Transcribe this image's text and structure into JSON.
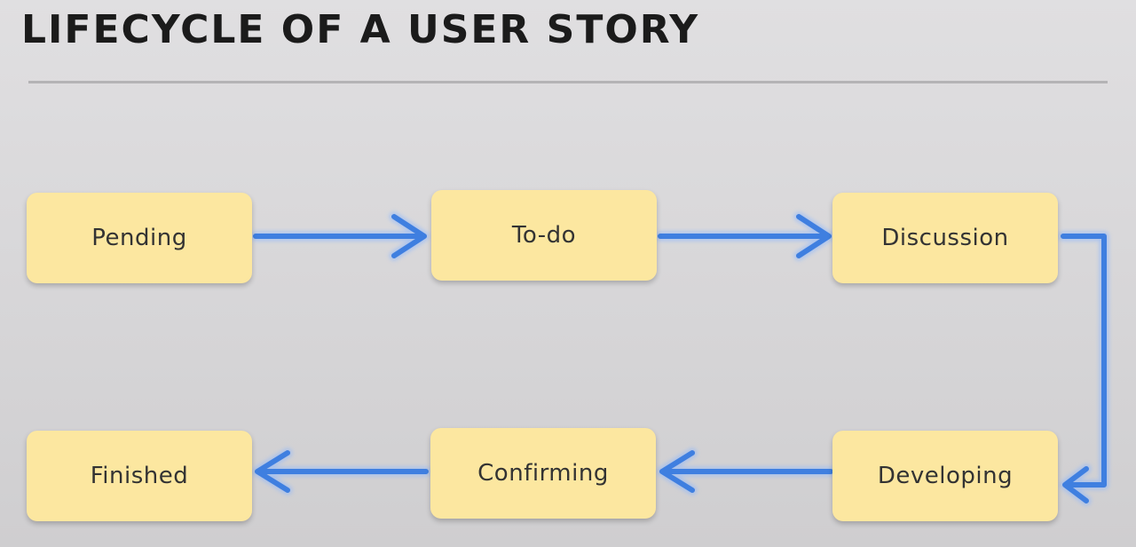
{
  "title": "LIFECYCLE OF A USER STORY",
  "colors": {
    "background": "#dcdbdd",
    "box_fill": "#fce7a0",
    "arrow": "#3f7fe0",
    "arrow_glow": "#8ab6ff",
    "text": "#333333"
  },
  "stages": [
    {
      "id": "pending",
      "label": "Pending"
    },
    {
      "id": "todo",
      "label": "To-do"
    },
    {
      "id": "discussion",
      "label": "Discussion"
    },
    {
      "id": "developing",
      "label": "Developing"
    },
    {
      "id": "confirming",
      "label": "Confirming"
    },
    {
      "id": "finished",
      "label": "Finished"
    }
  ],
  "transitions": [
    {
      "from": "pending",
      "to": "todo"
    },
    {
      "from": "todo",
      "to": "discussion"
    },
    {
      "from": "discussion",
      "to": "developing"
    },
    {
      "from": "developing",
      "to": "confirming"
    },
    {
      "from": "confirming",
      "to": "finished"
    }
  ]
}
